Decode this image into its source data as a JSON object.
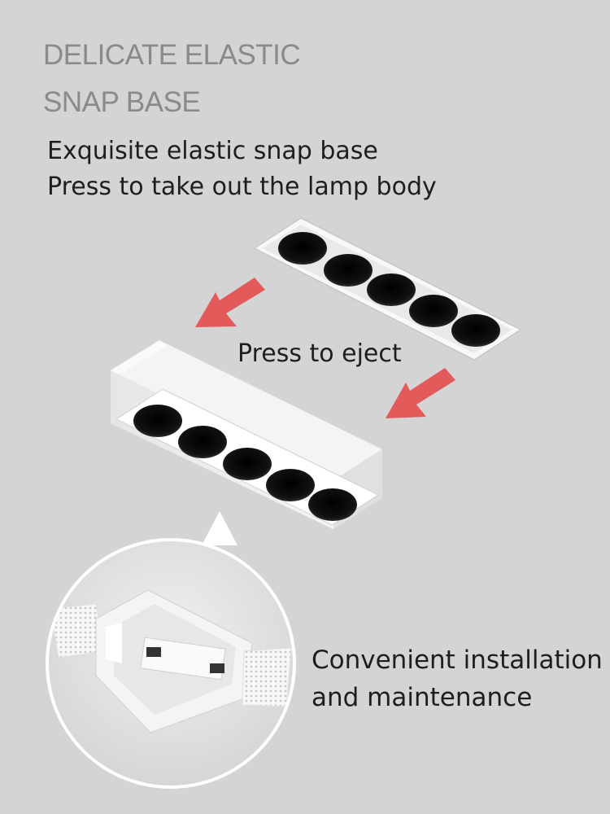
{
  "heading": {
    "line1": "DELICATE ELASTIC",
    "line2": "SNAP BASE"
  },
  "subtitle": {
    "line1": "Exquisite elastic snap base",
    "line2": "Press to take out the lamp body"
  },
  "press_label": "Press to eject",
  "detail_caption": {
    "line1": "Convenient installation",
    "line2": "and maintenance"
  },
  "colors": {
    "background": "#d4d4d4",
    "arrow": "#e35a5a",
    "housing": "#ffffff",
    "lens": "#0a0a0a",
    "heading": "#8a8a8a",
    "text": "#1e1e1e"
  },
  "product": {
    "lens_count": 5
  },
  "icons": [
    "arrow-down-left-icon",
    "arrow-down-left-icon"
  ]
}
